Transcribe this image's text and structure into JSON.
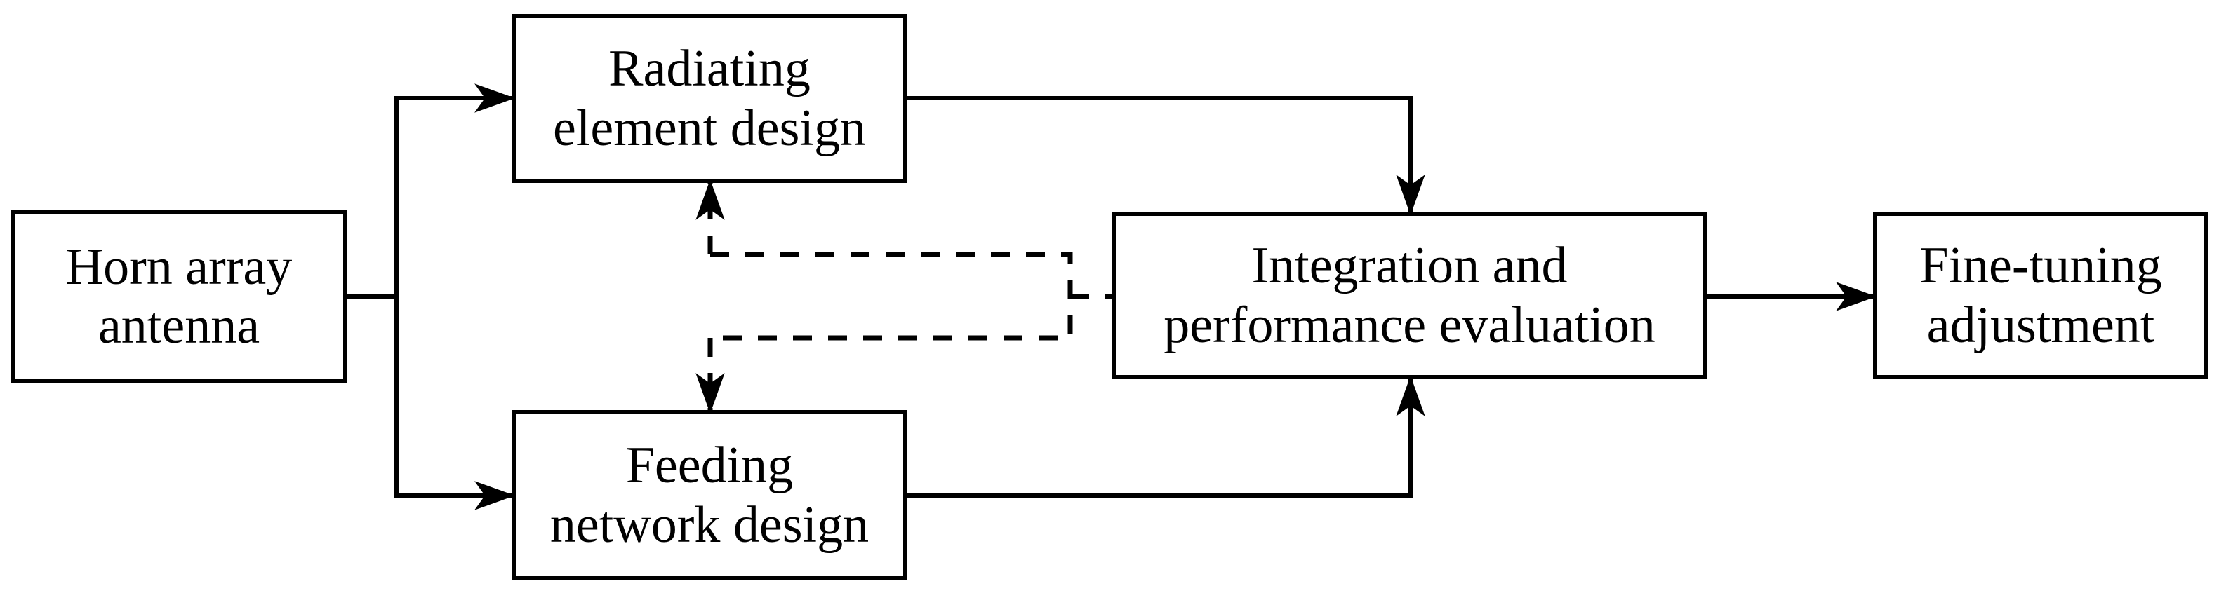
{
  "figure": {
    "type": "flowchart",
    "background_color": "#ffffff",
    "line_color": "#000000",
    "text_color": "#000000",
    "nodes": [
      {
        "id": "horn",
        "label": "Horn array\nantenna"
      },
      {
        "id": "radiating",
        "label": "Radiating\nelement design"
      },
      {
        "id": "feeding",
        "label": "Feeding\nnetwork design"
      },
      {
        "id": "integration",
        "label": "Integration and\nperformance evaluation"
      },
      {
        "id": "finetuning",
        "label": "Fine-tuning\nadjustment"
      }
    ],
    "edges": [
      {
        "from": "horn",
        "to": "radiating",
        "style": "solid",
        "arrowhead": "stealth"
      },
      {
        "from": "horn",
        "to": "feeding",
        "style": "solid",
        "arrowhead": "stealth"
      },
      {
        "from": "radiating",
        "to": "integration",
        "style": "solid",
        "arrowhead": "stealth"
      },
      {
        "from": "feeding",
        "to": "integration",
        "style": "solid",
        "arrowhead": "stealth"
      },
      {
        "from": "integration",
        "to": "finetuning",
        "style": "solid",
        "arrowhead": "stealth"
      },
      {
        "from": "integration",
        "to": "radiating",
        "style": "dashed",
        "arrowhead": "stealth"
      },
      {
        "from": "integration",
        "to": "feeding",
        "style": "dashed",
        "arrowhead": "stealth"
      }
    ]
  }
}
